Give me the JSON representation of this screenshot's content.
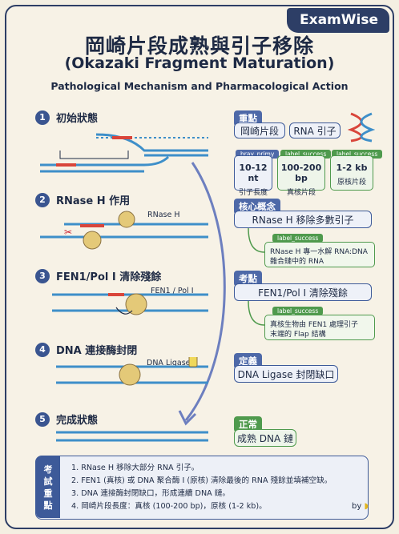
{
  "brand": "ExamWise",
  "title": "岡崎片段成熟與引子移除",
  "subtitle": "(Okazaki Fragment Maturation)",
  "tagline": "Pathological Mechanism and Pharmacological Action",
  "steps": [
    {
      "num": "1",
      "label": "初始狀態"
    },
    {
      "num": "2",
      "label": "RNase H 作用",
      "annotation": "RNase H"
    },
    {
      "num": "3",
      "label": "FEN1/Pol I 清除殘餘",
      "annotation": "FEN1 / Pol I"
    },
    {
      "num": "4",
      "label": "DNA 連接酶封閉",
      "annotation": "DNA Ligase"
    },
    {
      "num": "5",
      "label": "完成狀態"
    }
  ],
  "key_points": {
    "label": "重點",
    "items": [
      "岡崎片段",
      "RNA 引子"
    ],
    "stats": [
      {
        "tag": "bray_primy",
        "value": "10-12 nt",
        "caption": "引子長度"
      },
      {
        "tag": "label_success",
        "value": "100-200 bp",
        "caption": "真核片段"
      },
      {
        "tag": "label_success",
        "value": "1-2 kb",
        "caption": "原核片段"
      }
    ]
  },
  "core": {
    "label": "核心概念",
    "box": "RNase H 移除多數引子",
    "tag": "label_success",
    "detail_line1": "RNase H 專一水解 RNA:DNA",
    "detail_line2": "雜合鏈中的 RNA"
  },
  "exam": {
    "label": "考點",
    "box": "FEN1/Pol I 清除殘餘",
    "tag": "label_success",
    "detail_line1": "真核生物由 FEN1 處理引子",
    "detail_line2": "末端的 Flap 結構"
  },
  "definition": {
    "label": "定義",
    "box": "DNA Ligase 封閉缺口"
  },
  "normal": {
    "label": "正常",
    "box": "成熟 DNA 鏈"
  },
  "summary": {
    "tag": [
      "考",
      "試",
      "重",
      "點"
    ],
    "items": [
      "1. RNase H 移除大部分 RNA 引子。",
      "2. FEN1 (真核) 或 DNA 聚合酶 I (原核) 清除最後的 RNA 殘餘並填補空缺。",
      "3. DNA 連接酶封閉缺口，形成連續 DNA 鏈。",
      "4. 岡崎片段長度：真核 (100-200 bp)，原核 (1-2 kb)。"
    ]
  },
  "byline": "by",
  "colors": {
    "navy": "#2d3e66",
    "blue": "#4e69a8",
    "green": "#4f9a4d",
    "rna": "#d9453a",
    "dna": "#3e8fc9"
  }
}
